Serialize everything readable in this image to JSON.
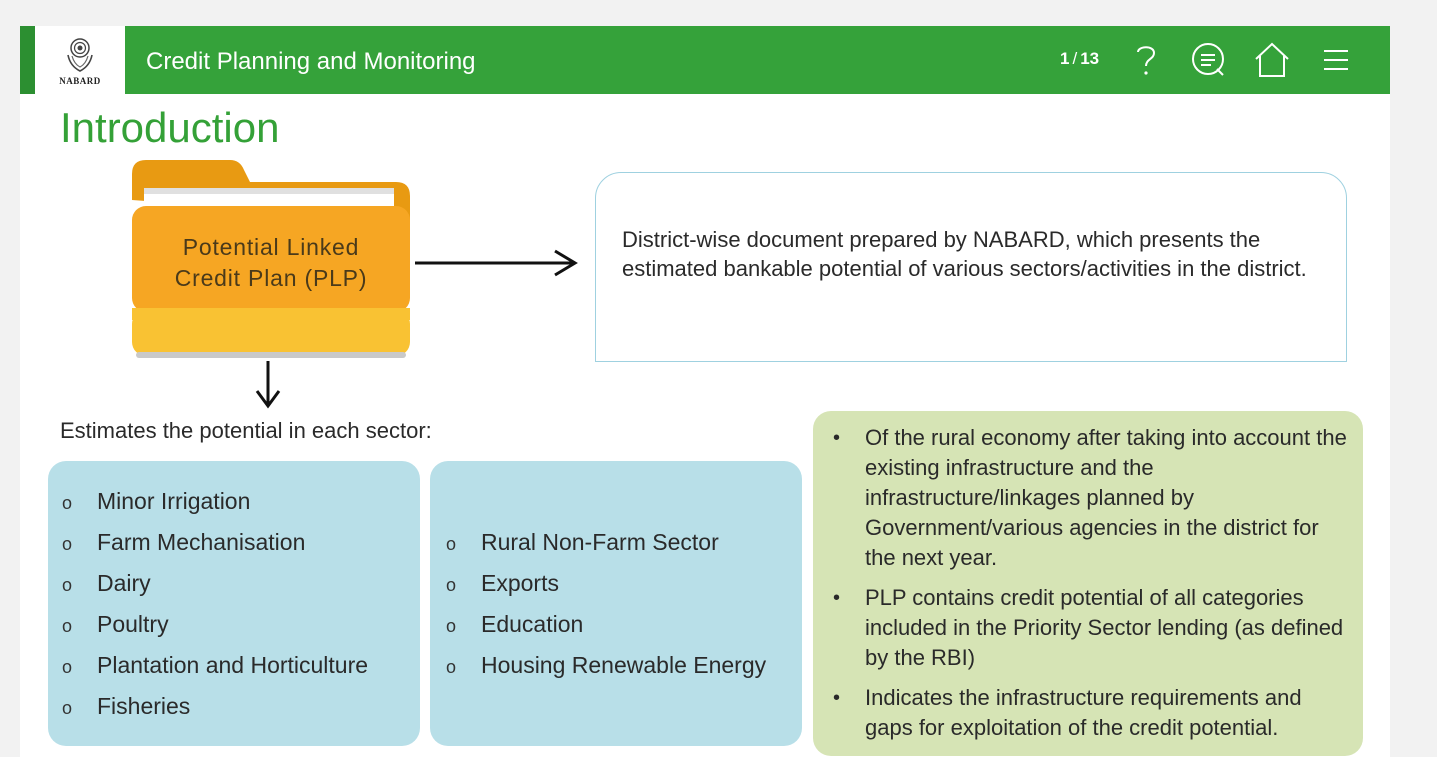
{
  "header": {
    "logo_text": "NABARD",
    "app_title": "Credit Planning and Monitoring",
    "page_current": "1",
    "page_separator": "/",
    "page_total": "13",
    "icons": [
      "help-icon",
      "chat-icon",
      "home-icon",
      "menu-icon"
    ],
    "colors": {
      "header_bg": "#35a23a",
      "title_green": "#34a137"
    }
  },
  "page": {
    "title": "Introduction",
    "folder_label_line1": "Potential Linked",
    "folder_label_line2": "Credit Plan (PLP)",
    "description": "District-wise document prepared by NABARD, which presents the estimated bankable potential of various sectors/activities in the district.",
    "estimates_label": "Estimates the potential in each sector:",
    "sectors_left": [
      "Minor Irrigation",
      "Farm Mechanisation",
      "Dairy",
      "Poultry",
      "Plantation and Horticulture",
      "Fisheries"
    ],
    "sectors_right": [
      "Rural Non-Farm Sector",
      "Exports",
      "Education",
      "Housing Renewable Energy"
    ],
    "bullet_marker": "o",
    "notes": [
      "Of the rural economy after taking into account the existing infrastructure and the infrastructure/linkages planned by Government/various agencies in the district for the next year.",
      "PLP contains credit potential of all categories included in the Priority Sector lending (as defined by the RBI)",
      "Indicates the infrastructure requirements and gaps for exploitation of the credit potential."
    ],
    "colors": {
      "folder": "#f6a623",
      "blue_box": "#b8dfe8",
      "green_box": "#d6e4b5"
    }
  }
}
